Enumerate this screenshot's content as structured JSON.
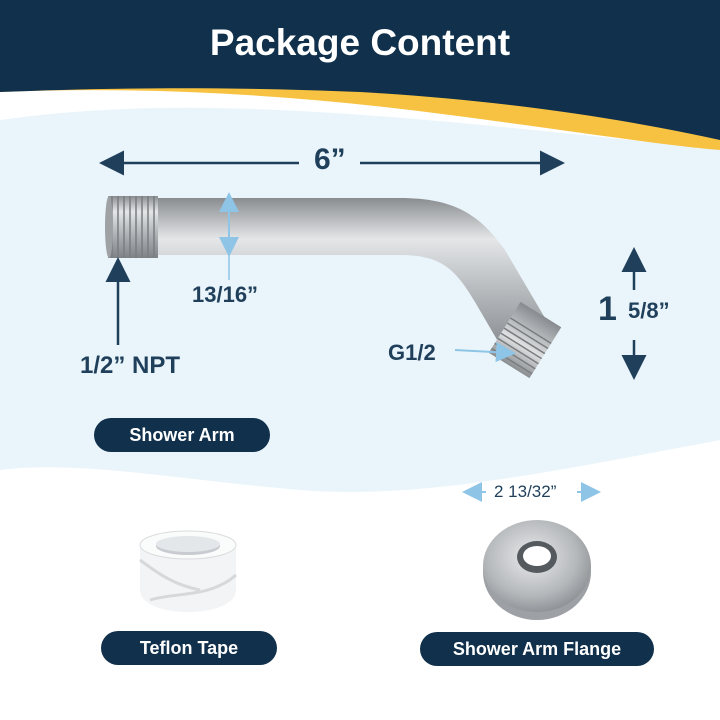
{
  "header": {
    "title": "Package Content"
  },
  "shower_arm": {
    "length": "6”",
    "diameter": "13/16”",
    "inlet_thread": "1/2” NPT",
    "outlet_thread": "G1/2",
    "drop_big": "1",
    "drop_small": "5/8”",
    "label": "Shower Arm"
  },
  "teflon_tape": {
    "label": "Teflon Tape"
  },
  "flange": {
    "label": "Shower Arm Flange",
    "diameter": "2 13/32”"
  },
  "colors": {
    "navy": "#10304b",
    "accent_yellow": "#f7c242",
    "light_blue_bg": "#eaf5fb"
  }
}
